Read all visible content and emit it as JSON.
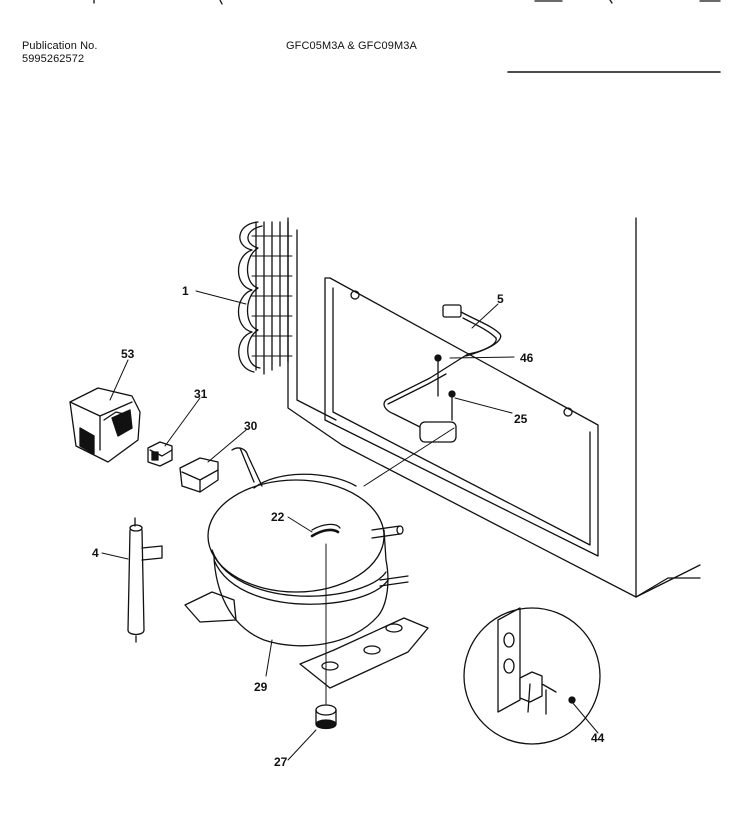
{
  "header": {
    "publication_label": "Publication No.",
    "publication_number": "5995262572",
    "models": "GFC05M3A & GFC09M3A"
  },
  "callouts": {
    "c1": "1",
    "c5": "5",
    "c46": "46",
    "c25": "25",
    "c53": "53",
    "c31": "31",
    "c30": "30",
    "c22": "22",
    "c4": "4",
    "c29": "29",
    "c27": "27",
    "c44": "44"
  }
}
